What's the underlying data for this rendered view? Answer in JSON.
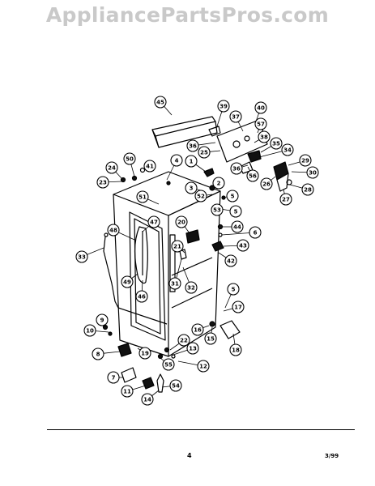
{
  "watermark": "AppliancePartsPros.com",
  "footer": {
    "page_number": "4",
    "date_code": "3/99"
  },
  "callouts": [
    {
      "id": "45",
      "label": "45"
    },
    {
      "id": "39",
      "label": "39"
    },
    {
      "id": "40",
      "label": "40"
    },
    {
      "id": "37",
      "label": "37"
    },
    {
      "id": "57",
      "label": "57"
    },
    {
      "id": "38",
      "label": "38"
    },
    {
      "id": "25",
      "label": "25"
    },
    {
      "id": "36a",
      "label": "36"
    },
    {
      "id": "35",
      "label": "35"
    },
    {
      "id": "34",
      "label": "34"
    },
    {
      "id": "29",
      "label": "29"
    },
    {
      "id": "30",
      "label": "30"
    },
    {
      "id": "36b",
      "label": "36"
    },
    {
      "id": "56",
      "label": "56"
    },
    {
      "id": "26",
      "label": "26"
    },
    {
      "id": "28",
      "label": "28"
    },
    {
      "id": "27",
      "label": "27"
    },
    {
      "id": "50",
      "label": "50"
    },
    {
      "id": "24",
      "label": "24"
    },
    {
      "id": "41",
      "label": "41"
    },
    {
      "id": "4",
      "label": "4"
    },
    {
      "id": "1",
      "label": "1"
    },
    {
      "id": "23",
      "label": "23"
    },
    {
      "id": "2",
      "label": "2"
    },
    {
      "id": "3",
      "label": "3"
    },
    {
      "id": "52",
      "label": "52"
    },
    {
      "id": "5a",
      "label": "5"
    },
    {
      "id": "51",
      "label": "51"
    },
    {
      "id": "53",
      "label": "53"
    },
    {
      "id": "5b",
      "label": "5"
    },
    {
      "id": "47",
      "label": "47"
    },
    {
      "id": "20",
      "label": "20"
    },
    {
      "id": "44",
      "label": "44"
    },
    {
      "id": "6",
      "label": "6"
    },
    {
      "id": "48",
      "label": "48"
    },
    {
      "id": "43",
      "label": "43"
    },
    {
      "id": "21",
      "label": "21"
    },
    {
      "id": "33",
      "label": "33"
    },
    {
      "id": "42",
      "label": "42"
    },
    {
      "id": "49",
      "label": "49"
    },
    {
      "id": "31",
      "label": "31"
    },
    {
      "id": "32",
      "label": "32"
    },
    {
      "id": "46",
      "label": "46"
    },
    {
      "id": "5c",
      "label": "5"
    },
    {
      "id": "17",
      "label": "17"
    },
    {
      "id": "9",
      "label": "9"
    },
    {
      "id": "16",
      "label": "16"
    },
    {
      "id": "10",
      "label": "10"
    },
    {
      "id": "15",
      "label": "15"
    },
    {
      "id": "18",
      "label": "18"
    },
    {
      "id": "22",
      "label": "22"
    },
    {
      "id": "13",
      "label": "13"
    },
    {
      "id": "8",
      "label": "8"
    },
    {
      "id": "19",
      "label": "19"
    },
    {
      "id": "55",
      "label": "55"
    },
    {
      "id": "12",
      "label": "12"
    },
    {
      "id": "7",
      "label": "7"
    },
    {
      "id": "54",
      "label": "54"
    },
    {
      "id": "11",
      "label": "11"
    },
    {
      "id": "14",
      "label": "14"
    }
  ]
}
